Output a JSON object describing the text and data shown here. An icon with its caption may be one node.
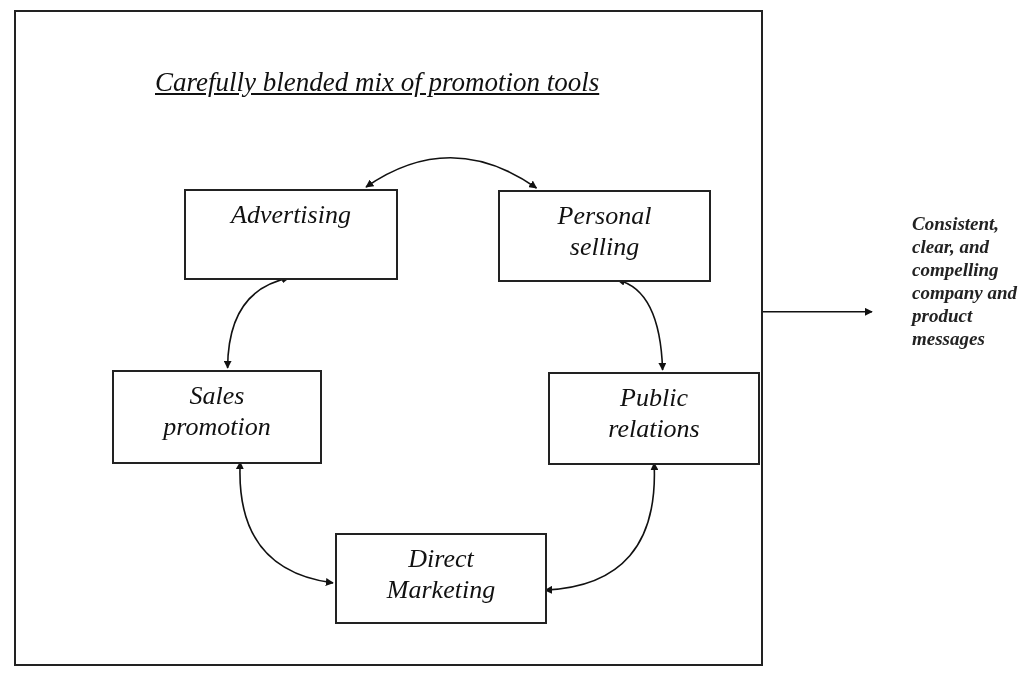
{
  "diagram": {
    "nodes": [
      {
        "text": [
          "Carefully blended mix of promotion tools"
        ]
      },
      {
        "text": [
          "Advertising"
        ],
        "in": 0
      },
      {
        "text": [
          "Personal selling"
        ],
        "in": 0
      },
      {
        "text": [
          "Sales promotion"
        ],
        "in": 0
      },
      {
        "text": [
          "Public relations"
        ],
        "in": 0
      },
      {
        "text": [
          "Direct Marketing"
        ],
        "in": 0
      },
      {
        "text": [
          "Consistent, clear, and compelling company and product messages"
        ]
      }
    ],
    "edges": [
      {
        "from": 1,
        "to": 2,
        "arrow": "both"
      },
      {
        "from": 1,
        "to": 3,
        "arrow": "both"
      },
      {
        "from": 2,
        "to": 4,
        "arrow": "both"
      },
      {
        "from": 3,
        "to": 5,
        "arrow": "both"
      },
      {
        "from": 4,
        "to": 5,
        "arrow": "both"
      },
      {
        "from": 0,
        "to": 6,
        "arrow": "to"
      }
    ]
  }
}
